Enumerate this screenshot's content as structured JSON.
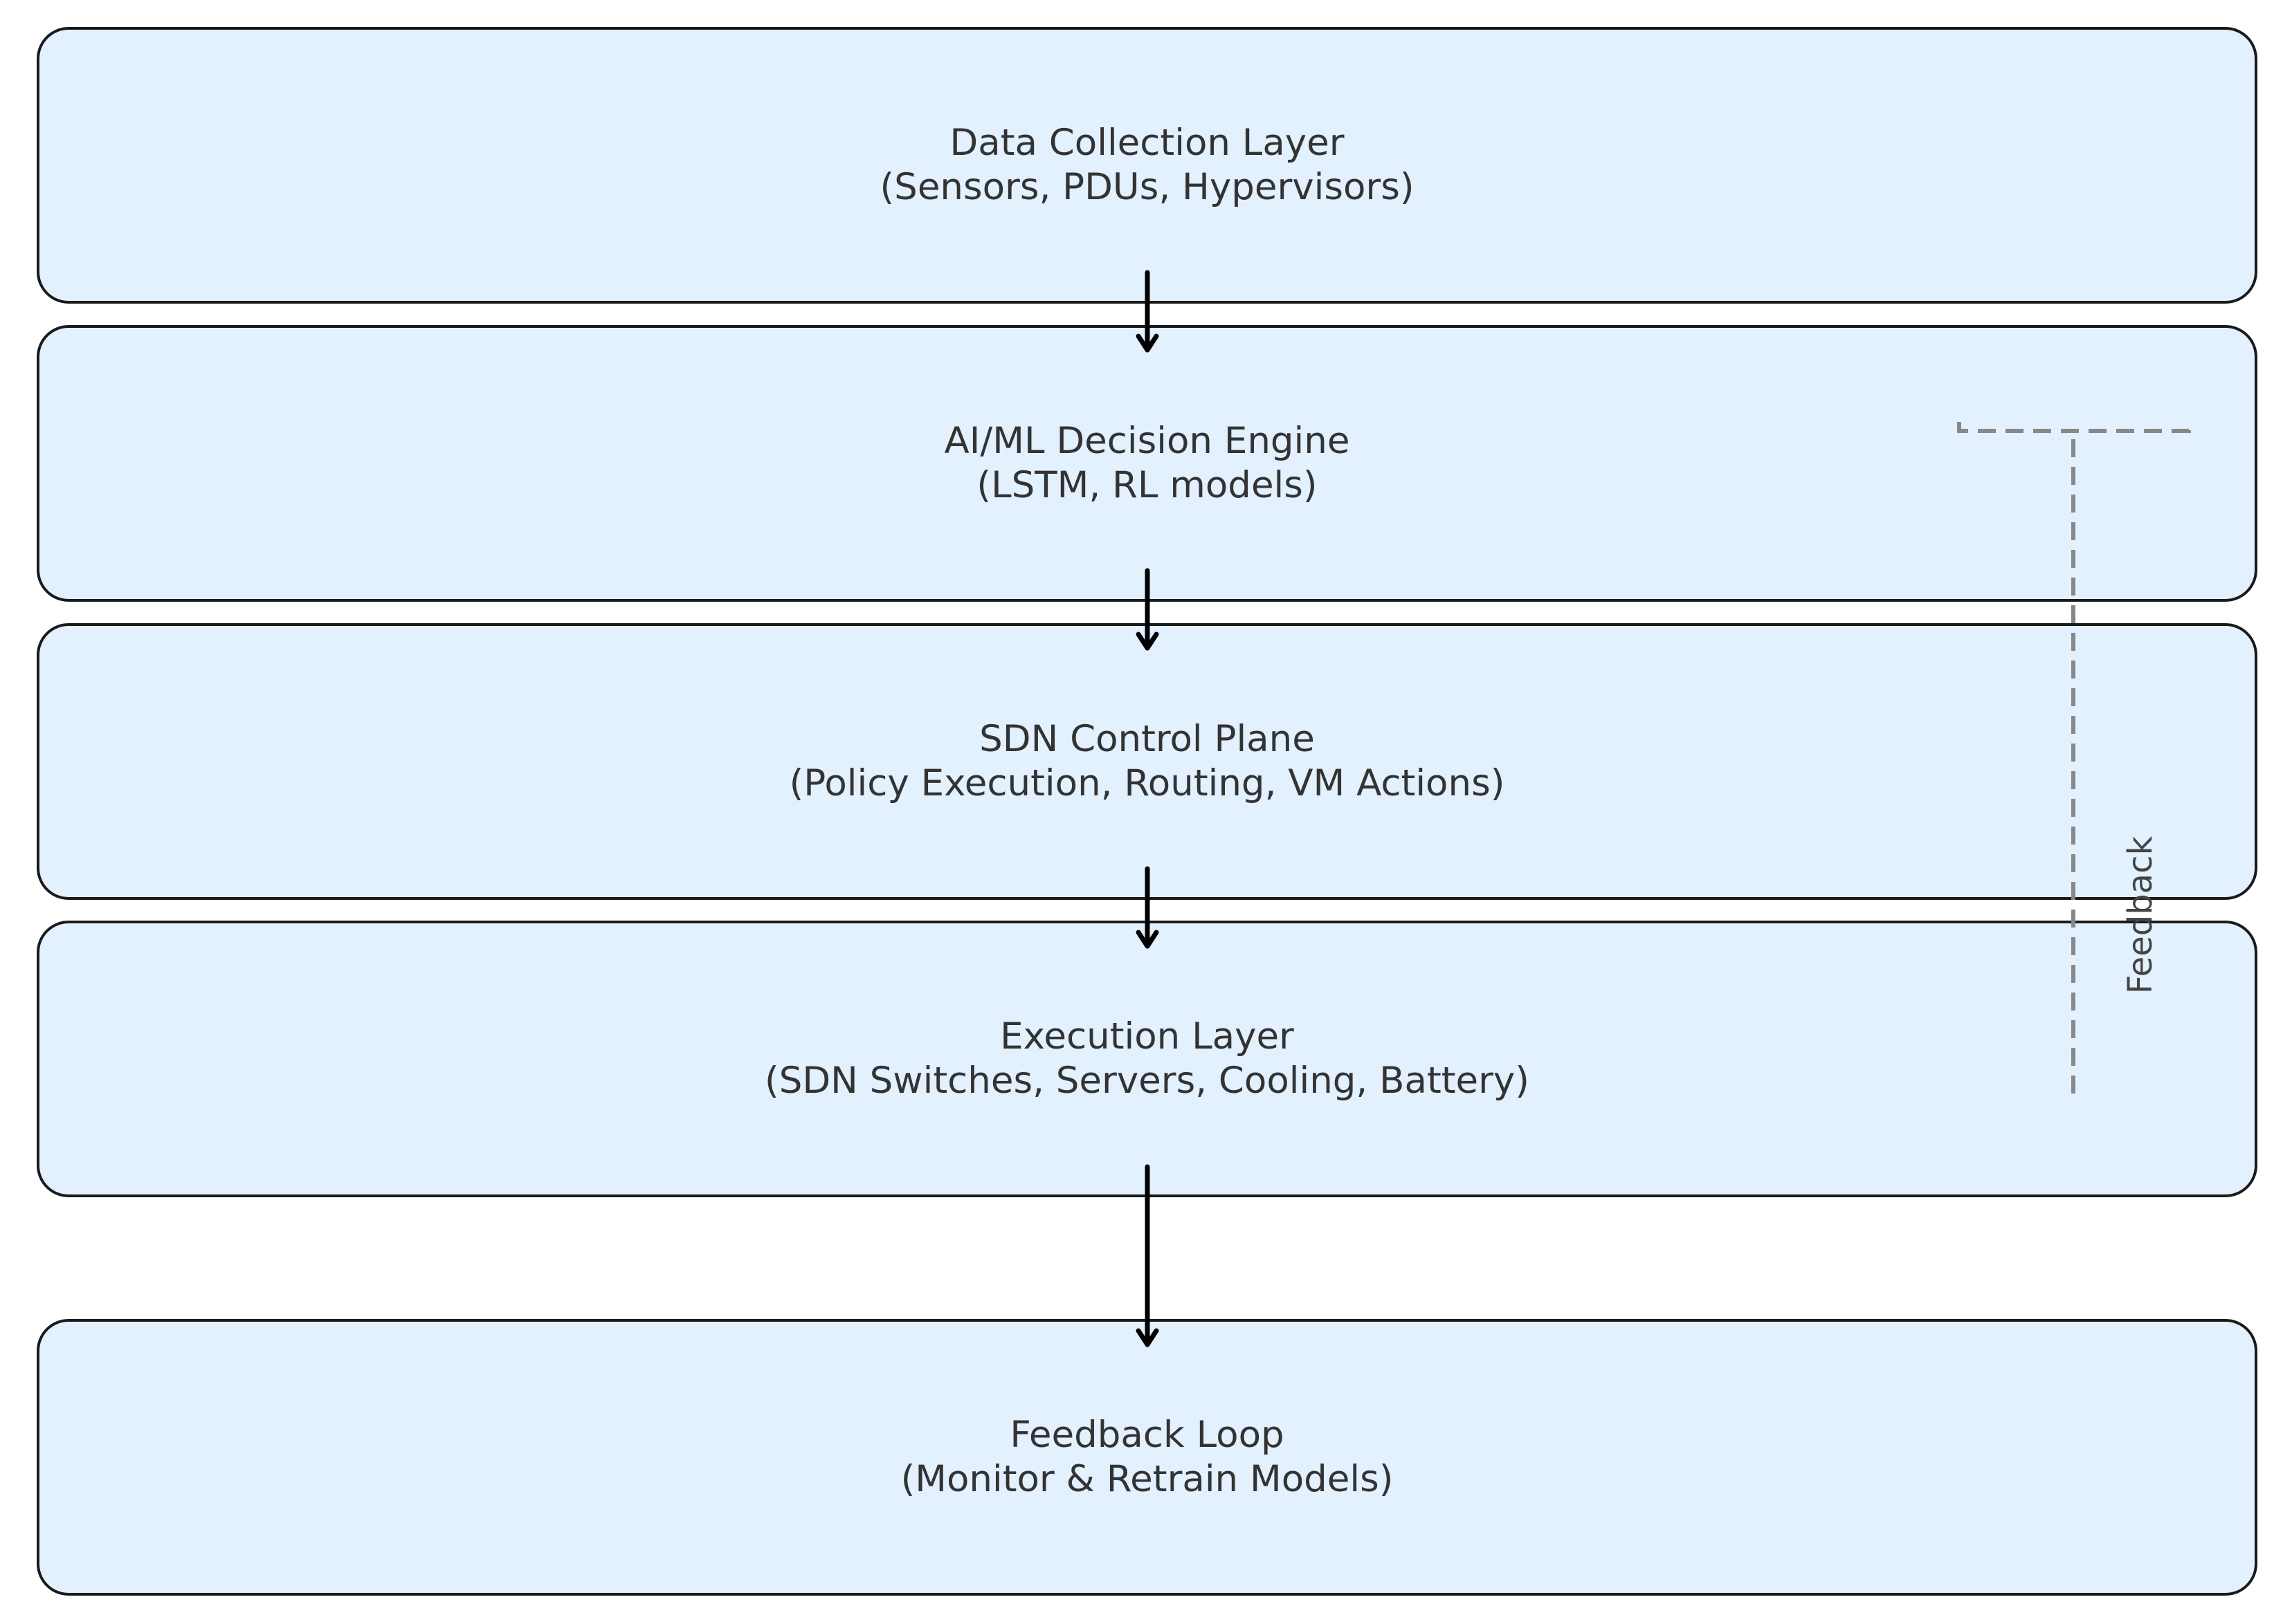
{
  "colors": {
    "box_fill": "#e3f0fe",
    "box_border": "#1a1a1a",
    "text": "#333333",
    "arrow": "#000000",
    "feedback_line": "#888888"
  },
  "layers": [
    {
      "title": "Data Collection Layer",
      "subtitle": "(Sensors, PDUs, Hypervisors)"
    },
    {
      "title": "AI/ML Decision Engine",
      "subtitle": "(LSTM, RL models)"
    },
    {
      "title": "SDN Control Plane",
      "subtitle": "(Policy Execution, Routing, VM Actions)"
    },
    {
      "title": "Execution Layer",
      "subtitle": "(SDN Switches, Servers, Cooling, Battery)"
    },
    {
      "title": "Feedback Loop",
      "subtitle": "(Monitor & Retrain Models)"
    }
  ],
  "feedback": {
    "label": "Feedback",
    "line_style": "dashed"
  }
}
